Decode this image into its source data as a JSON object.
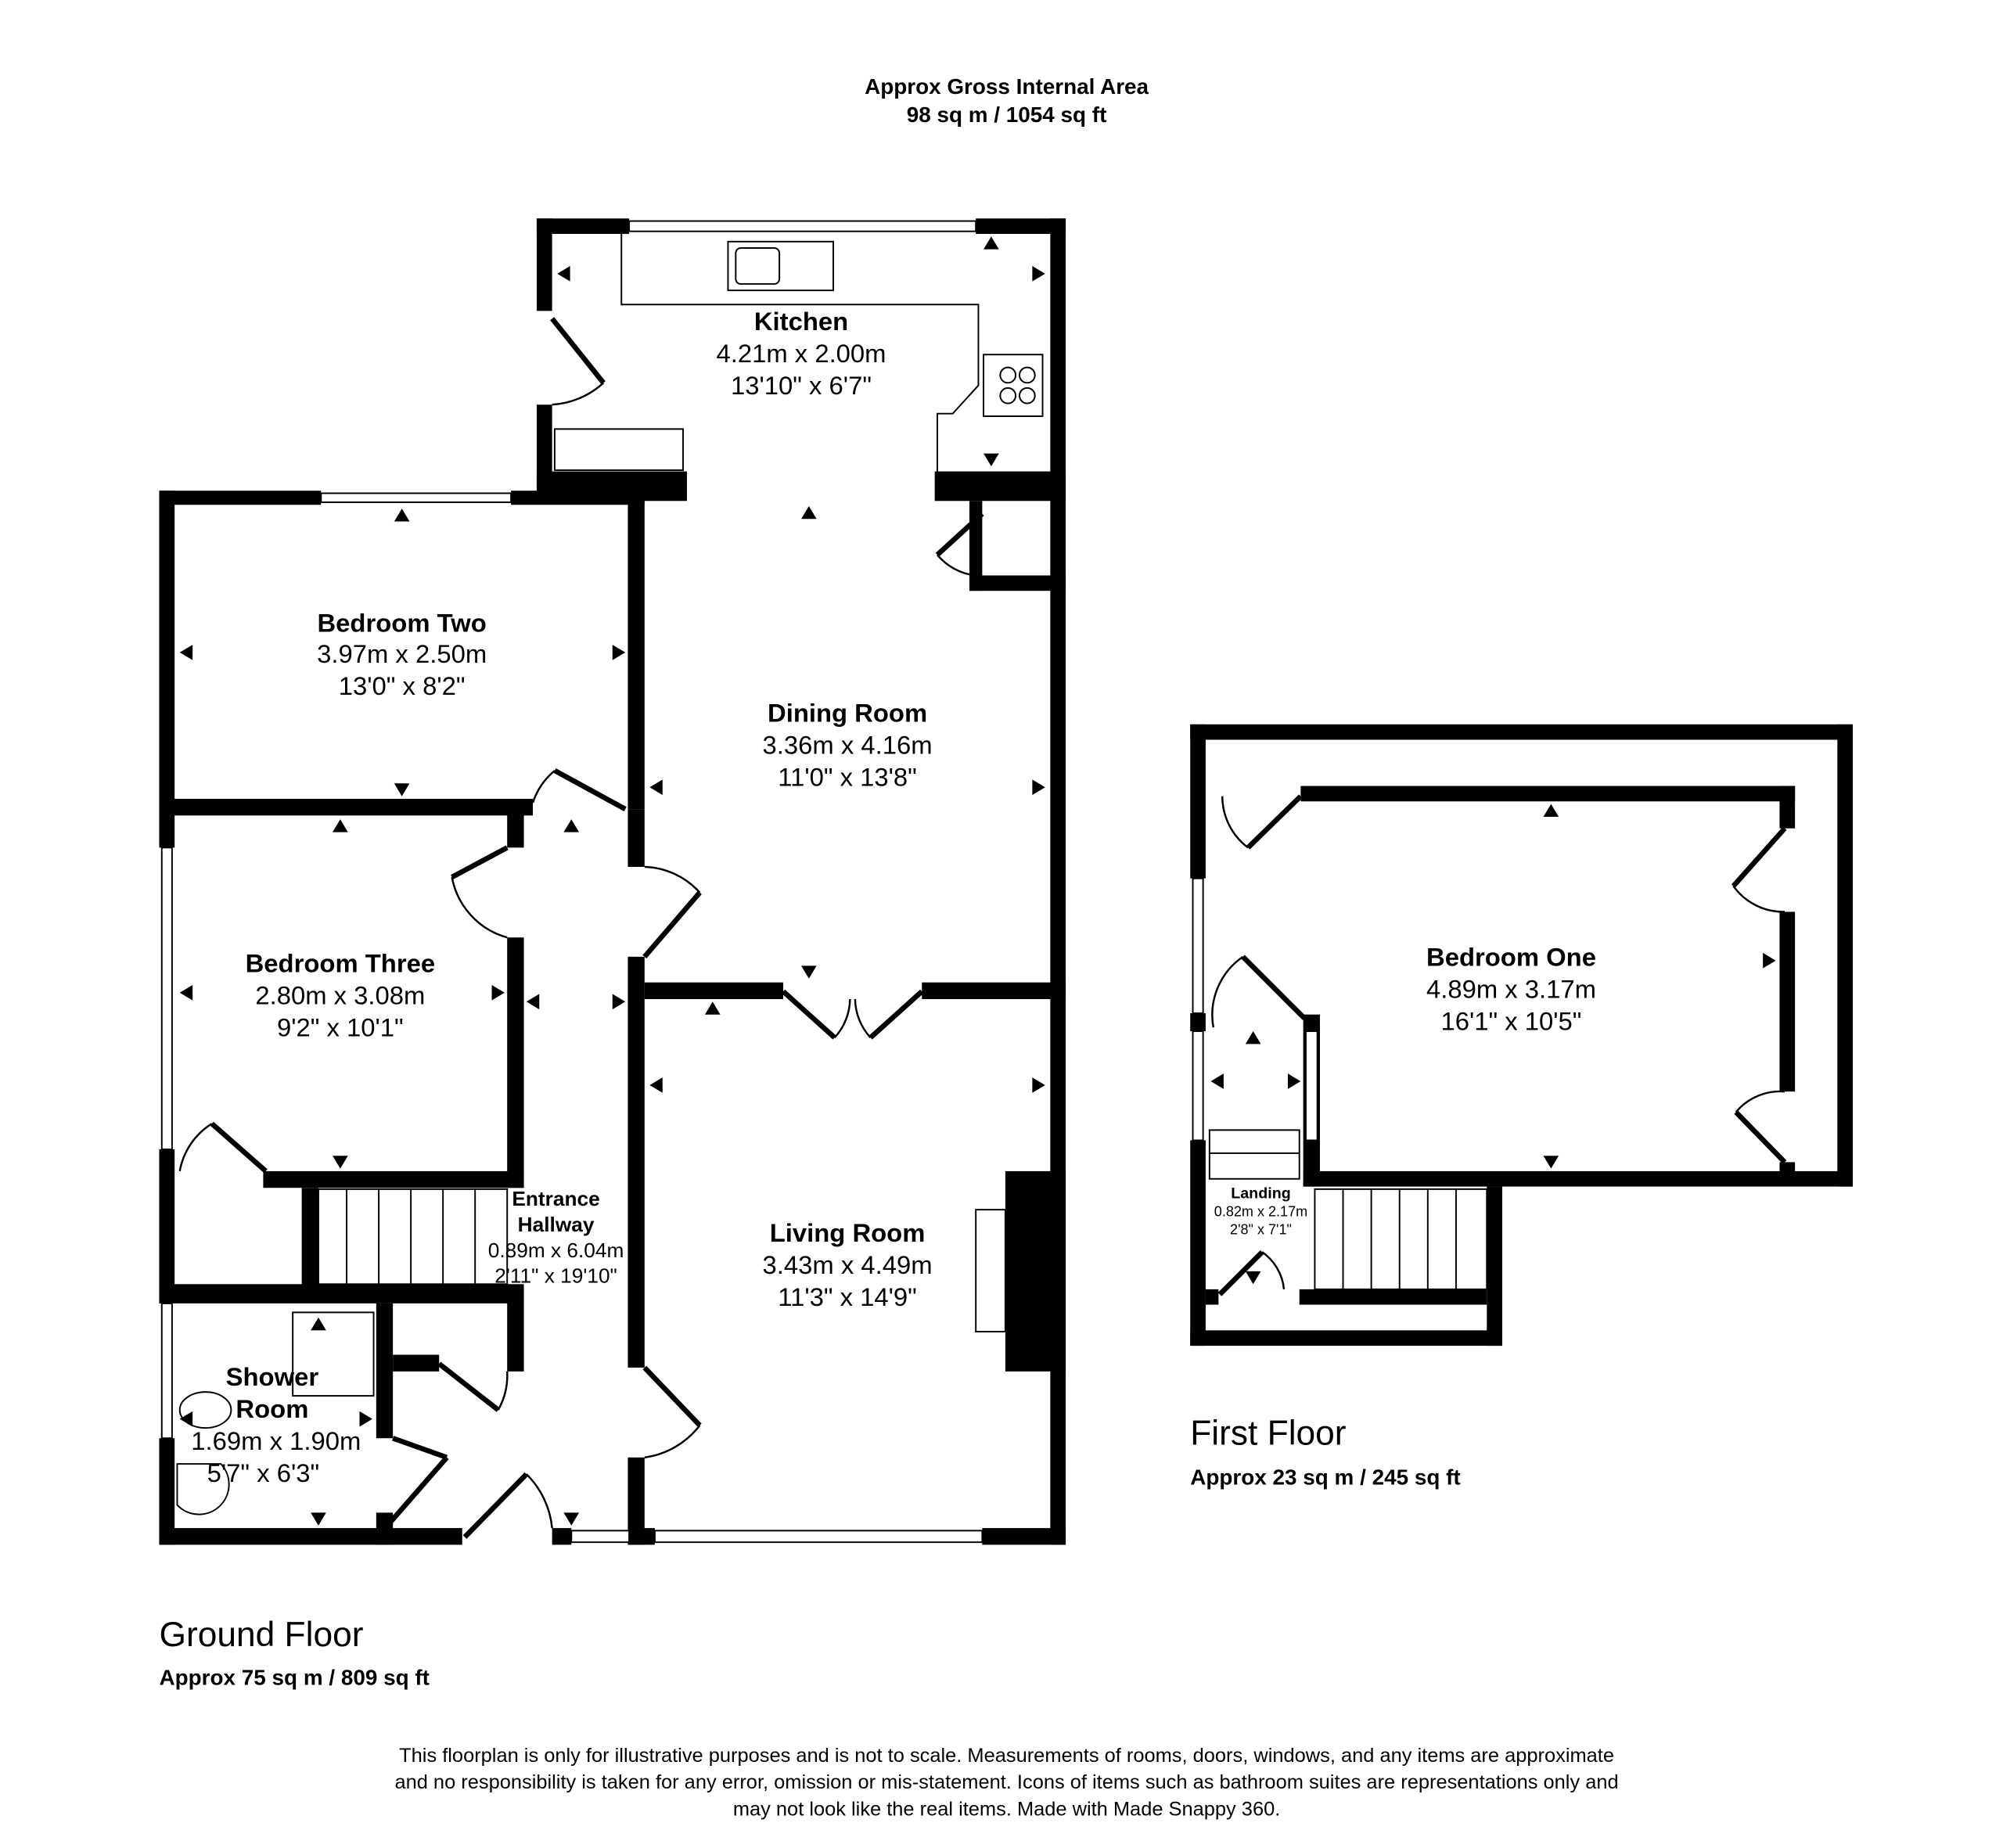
{
  "header": {
    "title": "Approx Gross Internal Area",
    "area": "98 sq m / 1054 sq ft"
  },
  "rooms": {
    "kitchen": {
      "name": "Kitchen",
      "metric": "4.21m x 2.00m",
      "imperial": "13'10\" x 6'7\""
    },
    "bedroom_two": {
      "name": "Bedroom Two",
      "metric": "3.97m x 2.50m",
      "imperial": "13'0\" x 8'2\""
    },
    "dining": {
      "name": "Dining Room",
      "metric": "3.36m x 4.16m",
      "imperial": "11'0\" x 13'8\""
    },
    "bedroom_three": {
      "name": "Bedroom Three",
      "metric": "2.80m x 3.08m",
      "imperial": "9'2\" x 10'1\""
    },
    "hallway": {
      "name1": "Entrance",
      "name2": "Hallway",
      "metric": "0.89m x 6.04m",
      "imperial": "2'11\" x 19'10\""
    },
    "living": {
      "name": "Living Room",
      "metric": "3.43m x 4.49m",
      "imperial": "11'3\" x 14'9\""
    },
    "shower": {
      "name1": "Shower",
      "name2": "Room",
      "metric": "1.69m x 1.90m",
      "imperial": "5'7\" x 6'3\""
    },
    "bedroom_one": {
      "name": "Bedroom One",
      "metric": "4.89m x 3.17m",
      "imperial": "16'1\" x 10'5\""
    },
    "landing": {
      "name": "Landing",
      "metric": "0.82m x 2.17m",
      "imperial": "2'8\" x 7'1\""
    }
  },
  "floors": {
    "ground": {
      "label": "Ground Floor",
      "area": "Approx 75 sq m / 809 sq ft"
    },
    "first": {
      "label": "First Floor",
      "area": "Approx 23 sq m / 245 sq ft"
    }
  },
  "disclaimer": [
    "This floorplan is only for illustrative purposes and is not to scale. Measurements of rooms, doors, windows, and any items are approximate",
    "and no responsibility is taken for any error, omission or mis-statement. Icons of items such as bathroom suites are representations only and",
    "may not look like the real items. Made with Made Snappy 360."
  ]
}
